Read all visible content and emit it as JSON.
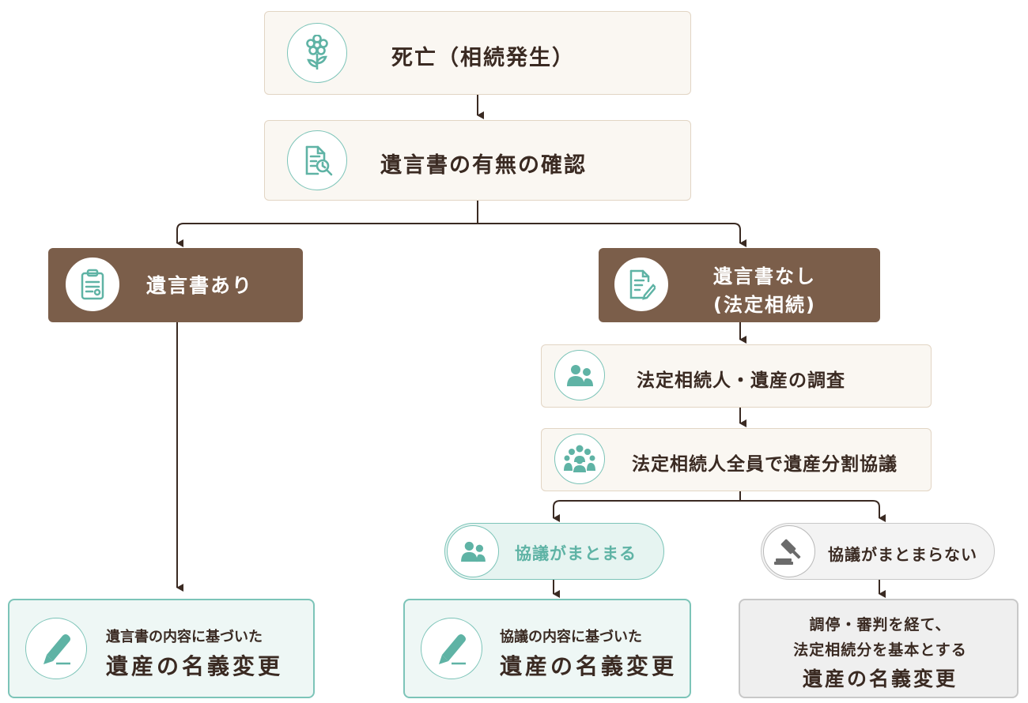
{
  "nodes": {
    "death": "死亡（相続発生）",
    "confirm_will": "遺言書の有無の確認",
    "will_exists": "遺言書あり",
    "no_will_line1": "遺言書なし",
    "no_will_line2": "(法定相続)",
    "investigate": "法定相続人・遺産の調査",
    "consultation": "法定相続人全員で遺産分割協議",
    "agreed": "協議がまとまる",
    "not_agreed": "協議がまとまらない",
    "result_will_line1": "遺言書の内容に基づいた",
    "result_will_line2": "遺産の名義変更",
    "result_agreed_line1": "協議の内容に基づいた",
    "result_agreed_line2": "遺産の名義変更",
    "result_court_line1": "調停・審判を経て、",
    "result_court_line2": "法定相続分を基本とする",
    "result_court_line3": "遺産の名義変更"
  },
  "colors": {
    "teal": "#5fb3a5",
    "dark_brown": "#7b5e4a",
    "line": "#3a2a22",
    "grey_icon": "#6b6b6b"
  },
  "icons": {
    "death": "flower-icon",
    "confirm_will": "document-search-icon",
    "will_exists": "clipboard-icon",
    "no_will": "document-pen-icon",
    "investigate": "people-icon",
    "consultation": "group-icon",
    "agreed": "people-icon",
    "not_agreed": "gavel-icon",
    "result": "pen-icon"
  }
}
